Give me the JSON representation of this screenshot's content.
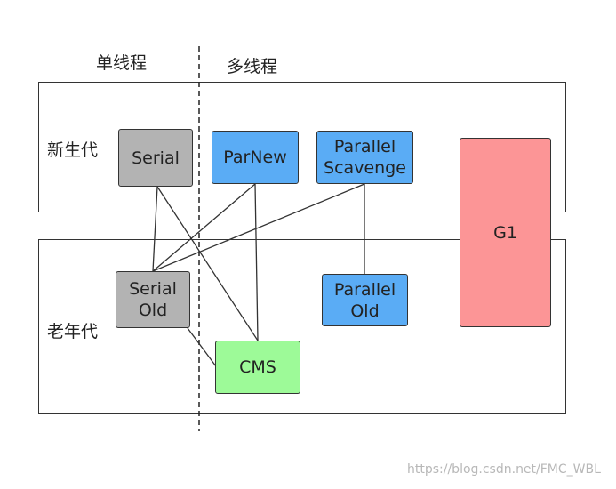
{
  "header": {
    "single_thread": "单线程",
    "multi_thread": "多线程"
  },
  "regions": {
    "young": "新生代",
    "old": "老年代"
  },
  "collectors": {
    "serial": "Serial",
    "parnew": "ParNew",
    "parallel_scavenge": "Parallel\nScavenge",
    "serial_old": "Serial\nOld",
    "parallel_old": "Parallel\nOld",
    "cms": "CMS",
    "g1": "G1"
  },
  "colors": {
    "gray": "#b3b3b3",
    "blue": "#5aacf5",
    "green": "#9dfa98",
    "red": "#fc9596"
  },
  "watermark": "https://blog.csdn.net/FMC_WBL"
}
